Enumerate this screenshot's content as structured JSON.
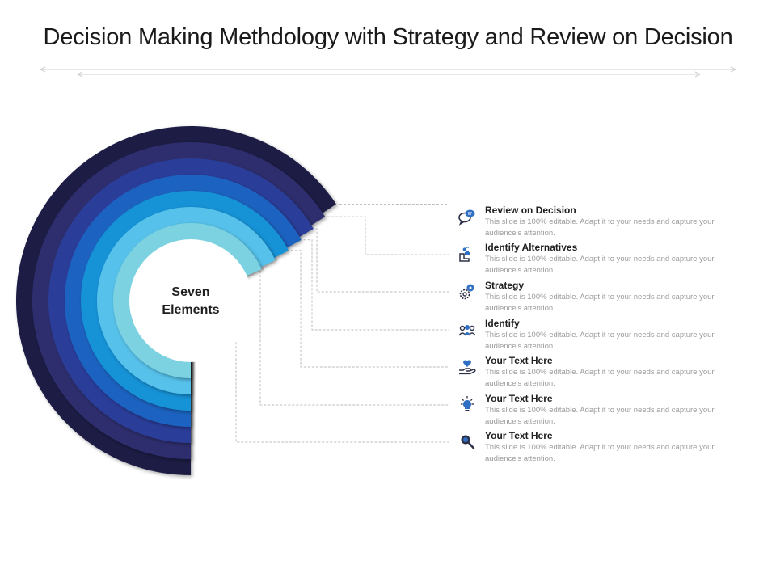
{
  "title": "Decision Making Methdology with Strategy and Review on Decision",
  "center": {
    "line1": "Seven",
    "line2": "Elements"
  },
  "colors": {
    "rings": [
      "#1b1f45",
      "#2e2f6e",
      "#2a3d99",
      "#1f62c0",
      "#1592d6",
      "#56c1ea",
      "#7bd2e0"
    ],
    "connector": "#bdbdbd",
    "icon_dark": "#2b3046",
    "icon_accent": "#2f6fc4"
  },
  "items": [
    {
      "heading": "Review on Decision",
      "desc": "This slide is 100% editable.  Adapt it to your needs  and capture  your audience's  attention.",
      "icon": "speech-bubbles-icon"
    },
    {
      "heading": "Identify Alternatives",
      "desc": "This slide is 100% editable.  Adapt it to your needs  and capture  your audience's  attention.",
      "icon": "puzzle-hand-icon"
    },
    {
      "heading": "Strategy",
      "desc": "This slide is 100% editable.  Adapt it to your needs  and capture  your audience's  attention.",
      "icon": "gears-icon"
    },
    {
      "heading": "Identify",
      "desc": "This slide is 100% editable.  Adapt it to your needs  and capture  your audience's  attention.",
      "icon": "people-icon"
    },
    {
      "heading": "Your Text Here",
      "desc": "This slide is 100% editable.  Adapt it to your needs  and capture  your audience's  attention.",
      "icon": "heart-hand-icon"
    },
    {
      "heading": "Your Text Here",
      "desc": "This slide is 100% editable.  Adapt it to your needs  and capture  your audience's  attention.",
      "icon": "lightbulb-icon"
    },
    {
      "heading": "Your Text Here",
      "desc": "This slide is 100% editable.  Adapt it to your needs  and capture  your audience's  attention.",
      "icon": "magnifier-icon"
    }
  ]
}
